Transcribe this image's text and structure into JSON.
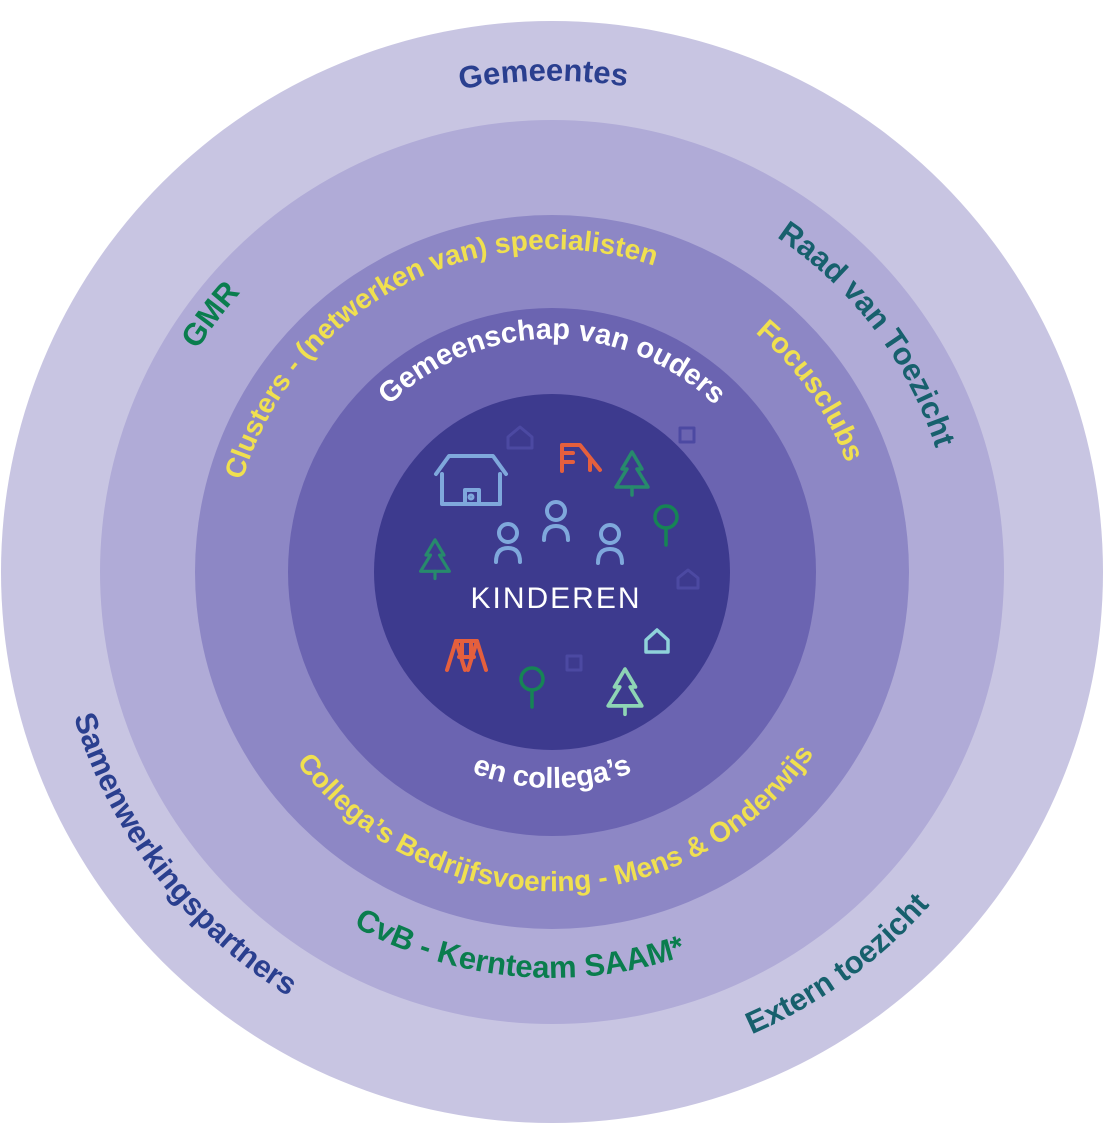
{
  "labels": {
    "gemeentes": "Gemeentes",
    "samenwerkingspartners": "Samenwerkingspartners",
    "extern_toezicht": "Extern toezicht",
    "gmr": "GMR",
    "raad_van_toezicht": "Raad van Toezicht",
    "cvb": "CvB - Kernteam SAAM*",
    "clusters": "Clusters - (netwerken van) specialisten",
    "focusclubs": "Focusclubs",
    "collegas": "Collega’s Bedrijfsvoering - Mens & Onderwijs",
    "gemeenschap": "Gemeenschap van ouders",
    "en_collegas": "en collega’s",
    "kinderen": "KINDEREN"
  },
  "colors": {
    "ring1": "#c8c5e2",
    "ring2": "#b0abd7",
    "ring3": "#8d87c5",
    "ring4": "#6b64b1",
    "center": "#3d3a8e",
    "navy": "#2a3f8f",
    "green": "#0a7d4e",
    "teal": "#17606d",
    "yellow": "#f0e04f",
    "white": "#ffffff",
    "icon_blue": "#7fa8dc",
    "icon_orange": "#e55f3d",
    "icon_fir": "#278a6c",
    "icon_lolli": "#168455",
    "icon_mint": "#8ed4b5",
    "icon_cyan": "#8fd2da",
    "icon_faint": "#4c49a2"
  },
  "icons": {
    "list": [
      "house-icon",
      "slide-icon",
      "fir-tree-icon",
      "person-icon",
      "lollipop-tree-icon",
      "swing-icon",
      "small-house-icon"
    ]
  }
}
